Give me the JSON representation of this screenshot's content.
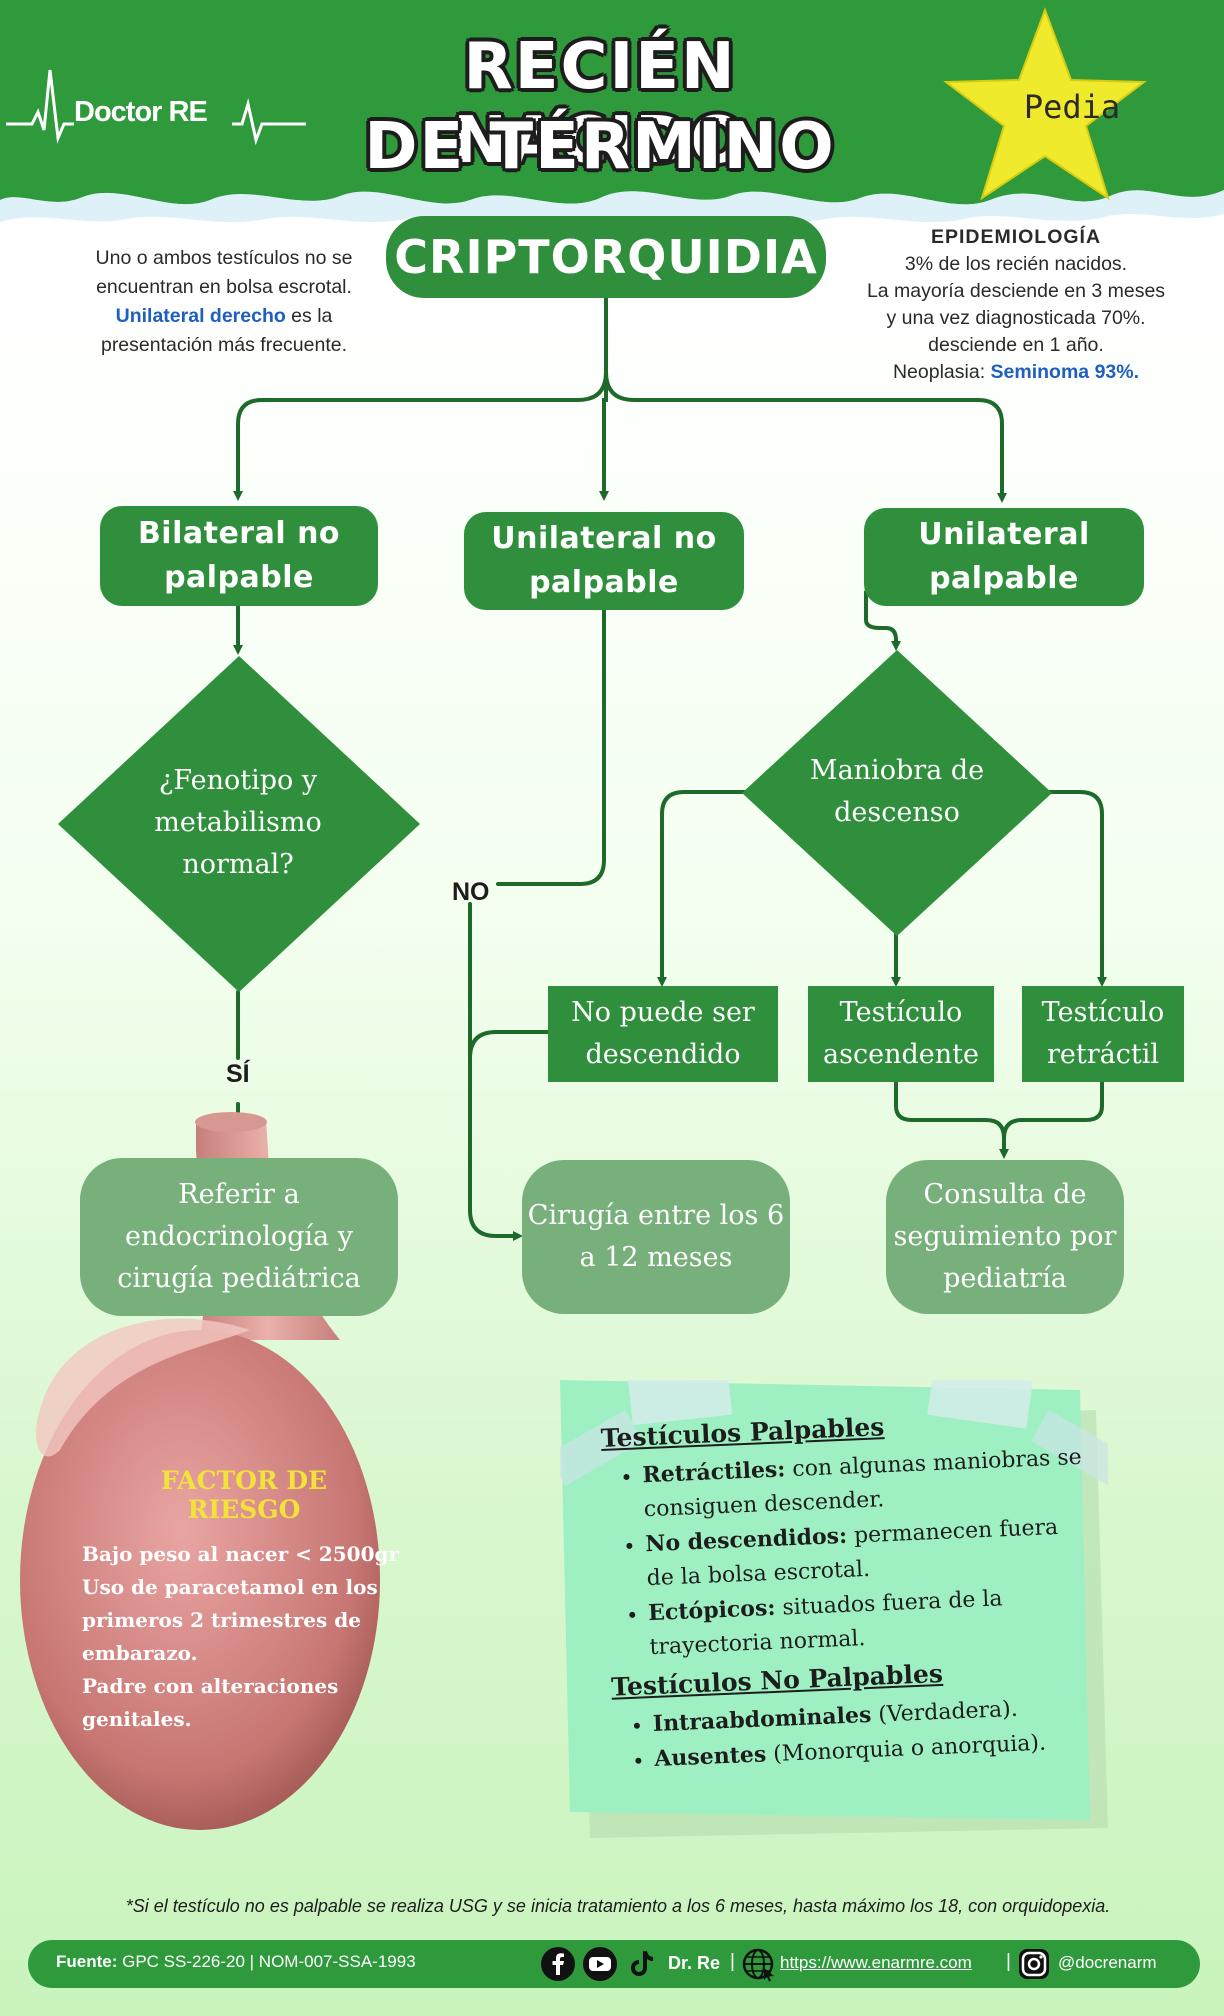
{
  "header": {
    "logo": "Doctor RE",
    "title_line1": "RECIÉN NACIDO",
    "title_line2": "DE TÉRMINO",
    "badge": "Pedia"
  },
  "intro_left": {
    "line1": "Uno o ambos testículos no se",
    "line2": "encuentran en bolsa escrotal.",
    "highlight": "Unilateral derecho",
    "line3_rest": " es la",
    "line4": "presentación más frecuente."
  },
  "epidemiology": {
    "title": "EPIDEMIOLOGÍA",
    "line1": "3% de los recién nacidos.",
    "line2": "La mayoría desciende en 3 meses",
    "line3": "y una vez diagnosticada 70%.",
    "line4": "desciende en 1 año.",
    "neoplasia_label": "Neoplasia: ",
    "neoplasia_value": "Seminoma 93%."
  },
  "flow": {
    "main": "CRIPTORQUIDIA",
    "cat1": [
      "Bilateral no",
      "palpable"
    ],
    "cat2": [
      "Unilateral no",
      "palpable"
    ],
    "cat3": [
      "Unilateral",
      "palpable"
    ],
    "q1": [
      "¿Fenotipo y",
      "metabilismo",
      "normal?"
    ],
    "q2": [
      "Maniobra de",
      "descenso"
    ],
    "opt1": [
      "No puede ser",
      "descendido"
    ],
    "opt2": [
      "Testículo",
      "ascendente"
    ],
    "opt3": [
      "Testículo",
      "retráctil"
    ],
    "res1": [
      "Referir a",
      "endocrinología y",
      "cirugía pediátrica"
    ],
    "res2": [
      "Cirugía entre los 6",
      "a 12 meses"
    ],
    "res3": [
      "Consulta de",
      "seguimiento por",
      "pediatría"
    ],
    "label_no": "NO",
    "label_si": "SÍ"
  },
  "risk": {
    "title": "FACTOR DE RIESGO",
    "items": [
      "Bajo peso al nacer < 2500gr",
      "Uso de paracetamol en los",
      "primeros 2 trimestres de",
      "embarazo.",
      "Padre con alteraciones",
      "genitales."
    ]
  },
  "note": {
    "palpable_title": "Testículos Palpables",
    "p1_term": "Retráctiles:",
    "p1_desc": " con algunas maniobras se consiguen descender.",
    "p2_term": "No descendidos:",
    "p2_desc": " permanecen fuera de la bolsa escrotal.",
    "p3_term": "Ectópicos:",
    "p3_desc": " situados fuera de la trayectoria normal.",
    "nonpalpable_title": "Testículos No Palpables",
    "n1_term": "Intraabdominales",
    "n1_desc": " (Verdadera).",
    "n2_term": "Ausentes",
    "n2_desc": " (Monorquia o anorquia)."
  },
  "footnote": "*Si el testículo no es palpable se realiza USG y se inicia tratamiento a los 6 meses, hasta máximo los 18, con orquidopexia.",
  "footer": {
    "source_label": "Fuente:",
    "source_value": " GPC SS-226-20 | NOM-007-SSA-1993",
    "brand": "Dr. Re",
    "url": "https://www.enarmre.com",
    "handle": "@docrenarm"
  },
  "colors": {
    "green_dark": "#2f8f3c",
    "green_light": "#78b07c",
    "highlight_blue": "#1f5fbf",
    "risk_yellow": "#f2e23a"
  }
}
